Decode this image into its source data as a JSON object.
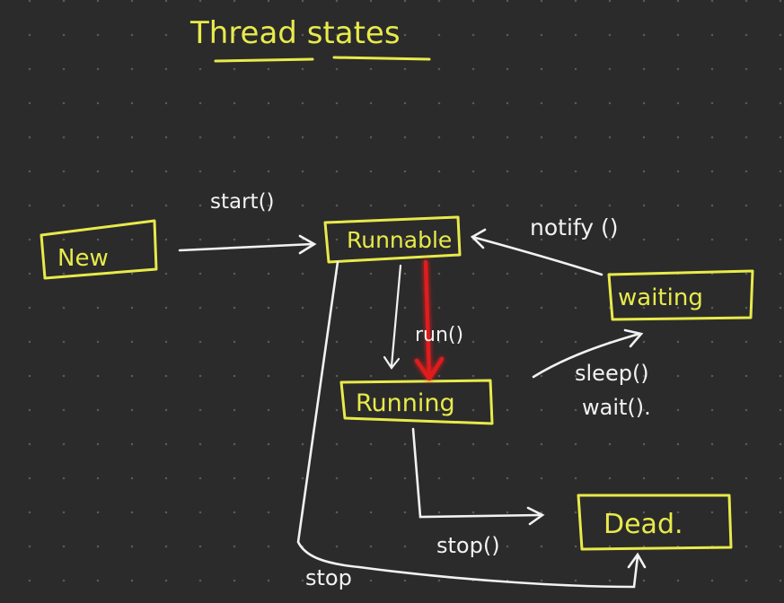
{
  "title": "Thread states",
  "states": {
    "new": "New",
    "runnable": "Runnable",
    "running": "Running",
    "waiting": "waiting",
    "dead": "Dead."
  },
  "transitions": {
    "start": "start()",
    "run": "run()",
    "notify": "notify ()",
    "sleep": "sleep()",
    "wait": "wait().",
    "stop_running": "stop()",
    "stop_runnable": "stop"
  },
  "colors": {
    "background": "#2b2b2c",
    "state_ink": "#e8ea4a",
    "arrow_ink": "#f2f2f2",
    "highlight_arrow": "#e01a1a"
  }
}
